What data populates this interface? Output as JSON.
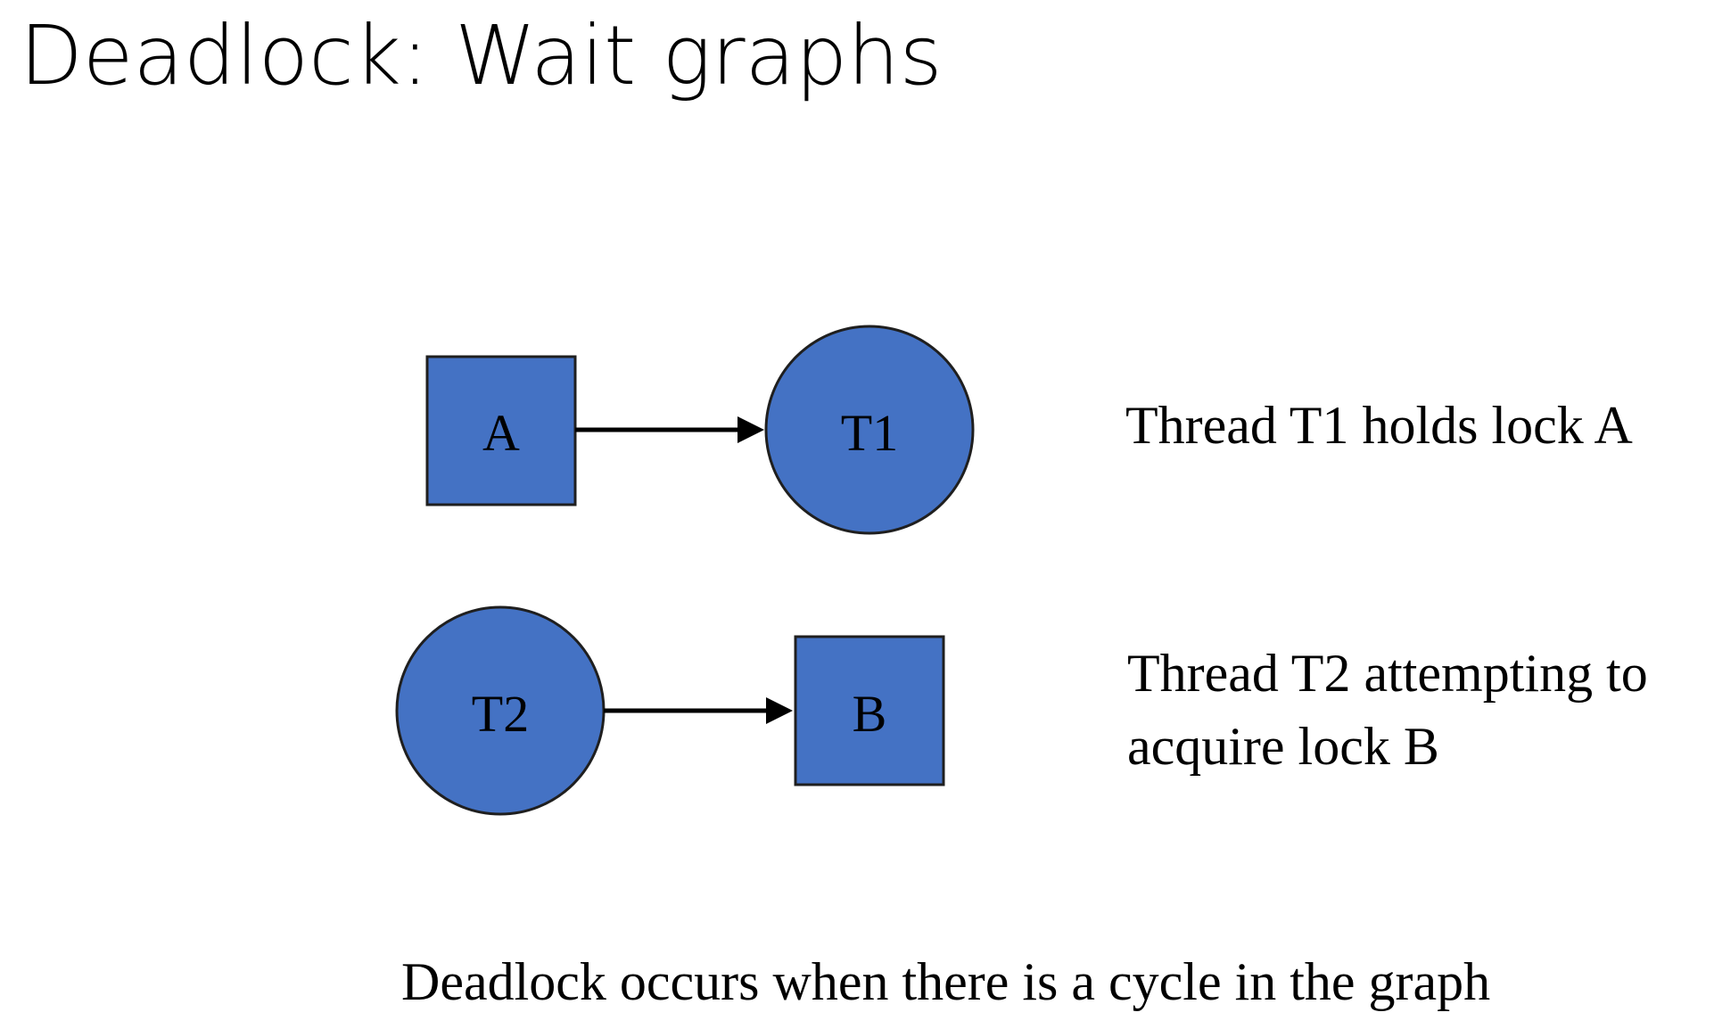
{
  "title": "Deadlock: Wait graphs",
  "colors": {
    "node_fill": "#4472C4",
    "node_stroke": "#1F1F1F",
    "edge": "#000000"
  },
  "graph_1": {
    "lock_label": "A",
    "thread_label": "T1",
    "description": "Thread T1 holds lock A"
  },
  "graph_2": {
    "thread_label": "T2",
    "lock_label": "B",
    "description": "Thread T2 attempting to acquire lock B"
  },
  "footer": "Deadlock occurs when there is a cycle in the graph"
}
